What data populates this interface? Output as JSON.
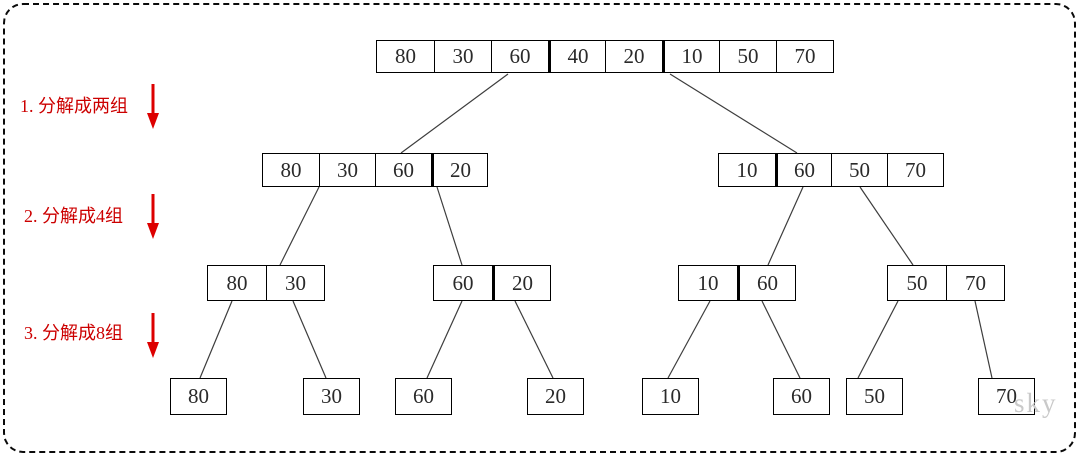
{
  "title": "merge-sort-decomposition-diagram",
  "colors": {
    "label_red": "#cc0000",
    "arrow_red": "#dd0000",
    "box_border": "#000000",
    "connector_gray": "#3d3d3d",
    "watermark_gray": "#c9c9c9"
  },
  "steps": [
    {
      "text": "1. 分解成两组"
    },
    {
      "text": "2. 分解成4组"
    },
    {
      "text": "3. 分解成8组"
    }
  ],
  "watermark": "sky",
  "tree": {
    "level1": {
      "cells": [
        "80",
        "30",
        "60",
        "40",
        "20",
        "10",
        "50",
        "70"
      ]
    },
    "level2": {
      "left": [
        "80",
        "30",
        "60",
        "20"
      ],
      "right": [
        "10",
        "60",
        "50",
        "70"
      ]
    },
    "level3": {
      "g1": [
        "80",
        "30"
      ],
      "g2": [
        "60",
        "20"
      ],
      "g3": [
        "10",
        "60"
      ],
      "g4": [
        "50",
        "70"
      ]
    },
    "level4": {
      "cells": [
        "80",
        "30",
        "60",
        "20",
        "10",
        "60",
        "50",
        "70"
      ]
    }
  }
}
